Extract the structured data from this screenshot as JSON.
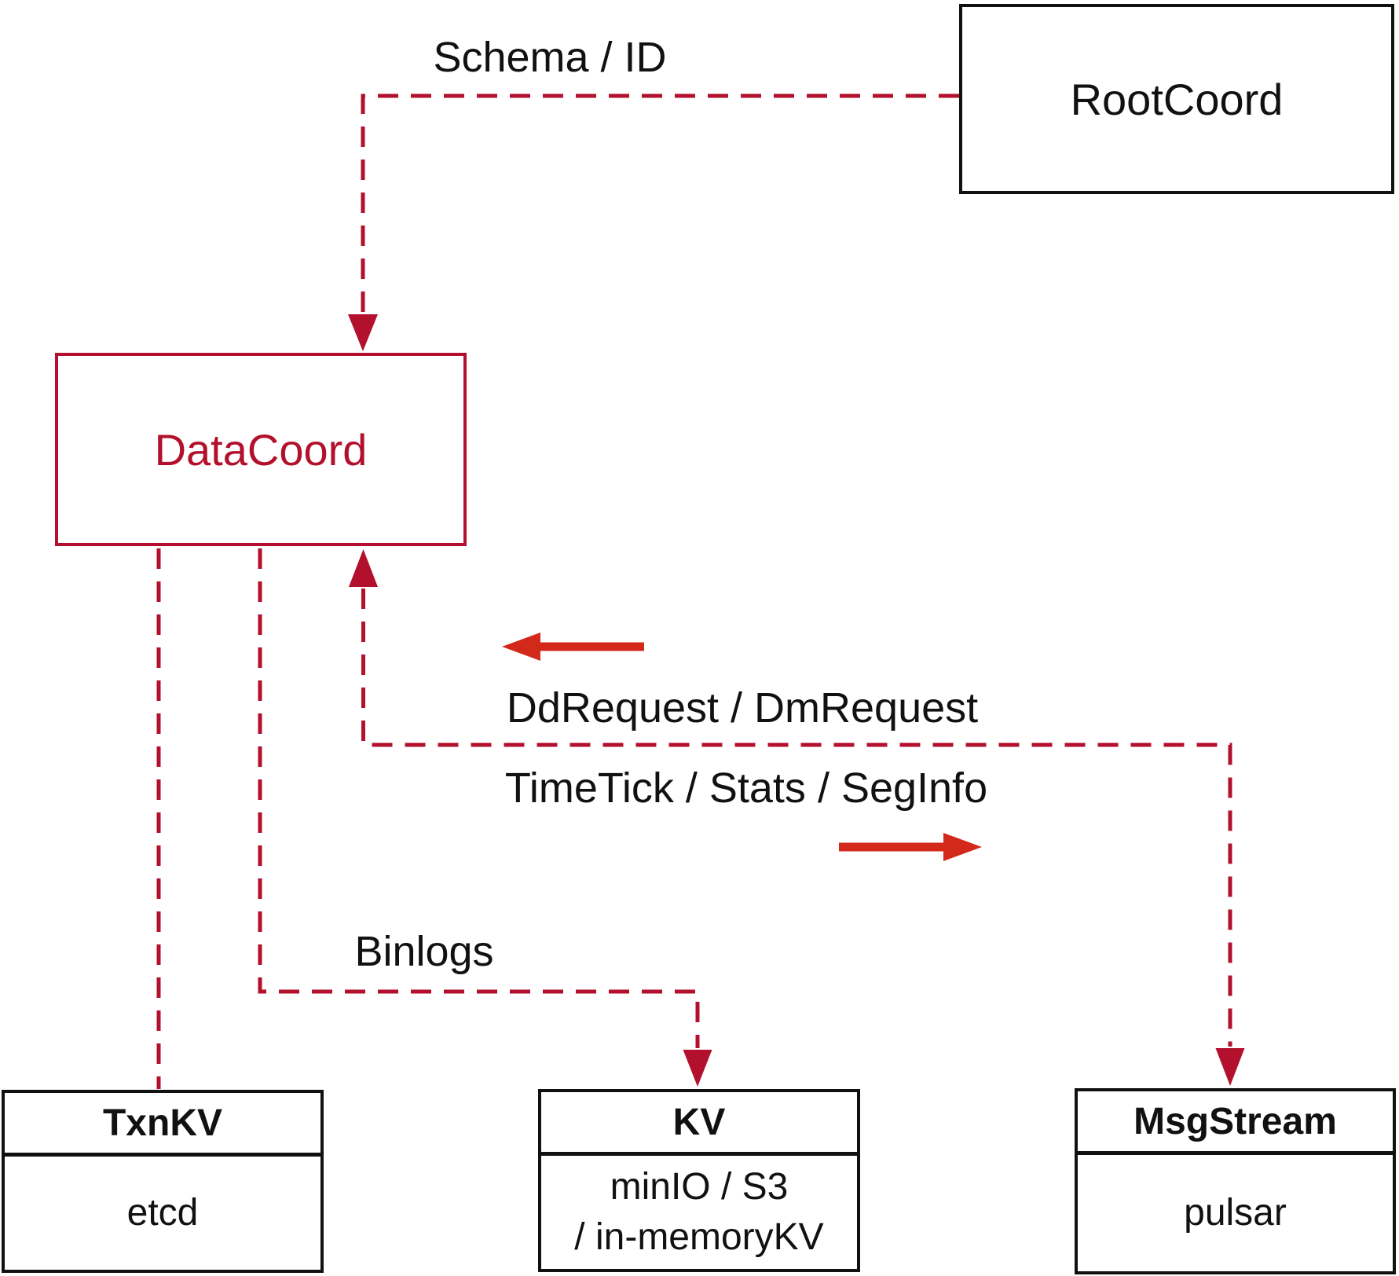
{
  "theme": {
    "line-red": "#b2102c",
    "arrow-red": "#d2291a",
    "ink": "#111111",
    "bg": "#ffffff"
  },
  "nodes": {
    "rootcoord": {
      "label": "RootCoord"
    },
    "datacoord": {
      "label": "DataCoord"
    },
    "txnkv": {
      "title": "TxnKV",
      "body": "etcd"
    },
    "kv": {
      "title": "KV",
      "body_line1": "minIO / S3",
      "body_line2": "/ in-memoryKV"
    },
    "msgstream": {
      "title": "MsgStream",
      "body": "pulsar"
    }
  },
  "edge_labels": {
    "schema_id": "Schema / ID",
    "dd_dm_request": "DdRequest / DmRequest",
    "timetick_stats_seginfo": "TimeTick / Stats / SegInfo",
    "binlogs": "Binlogs"
  }
}
